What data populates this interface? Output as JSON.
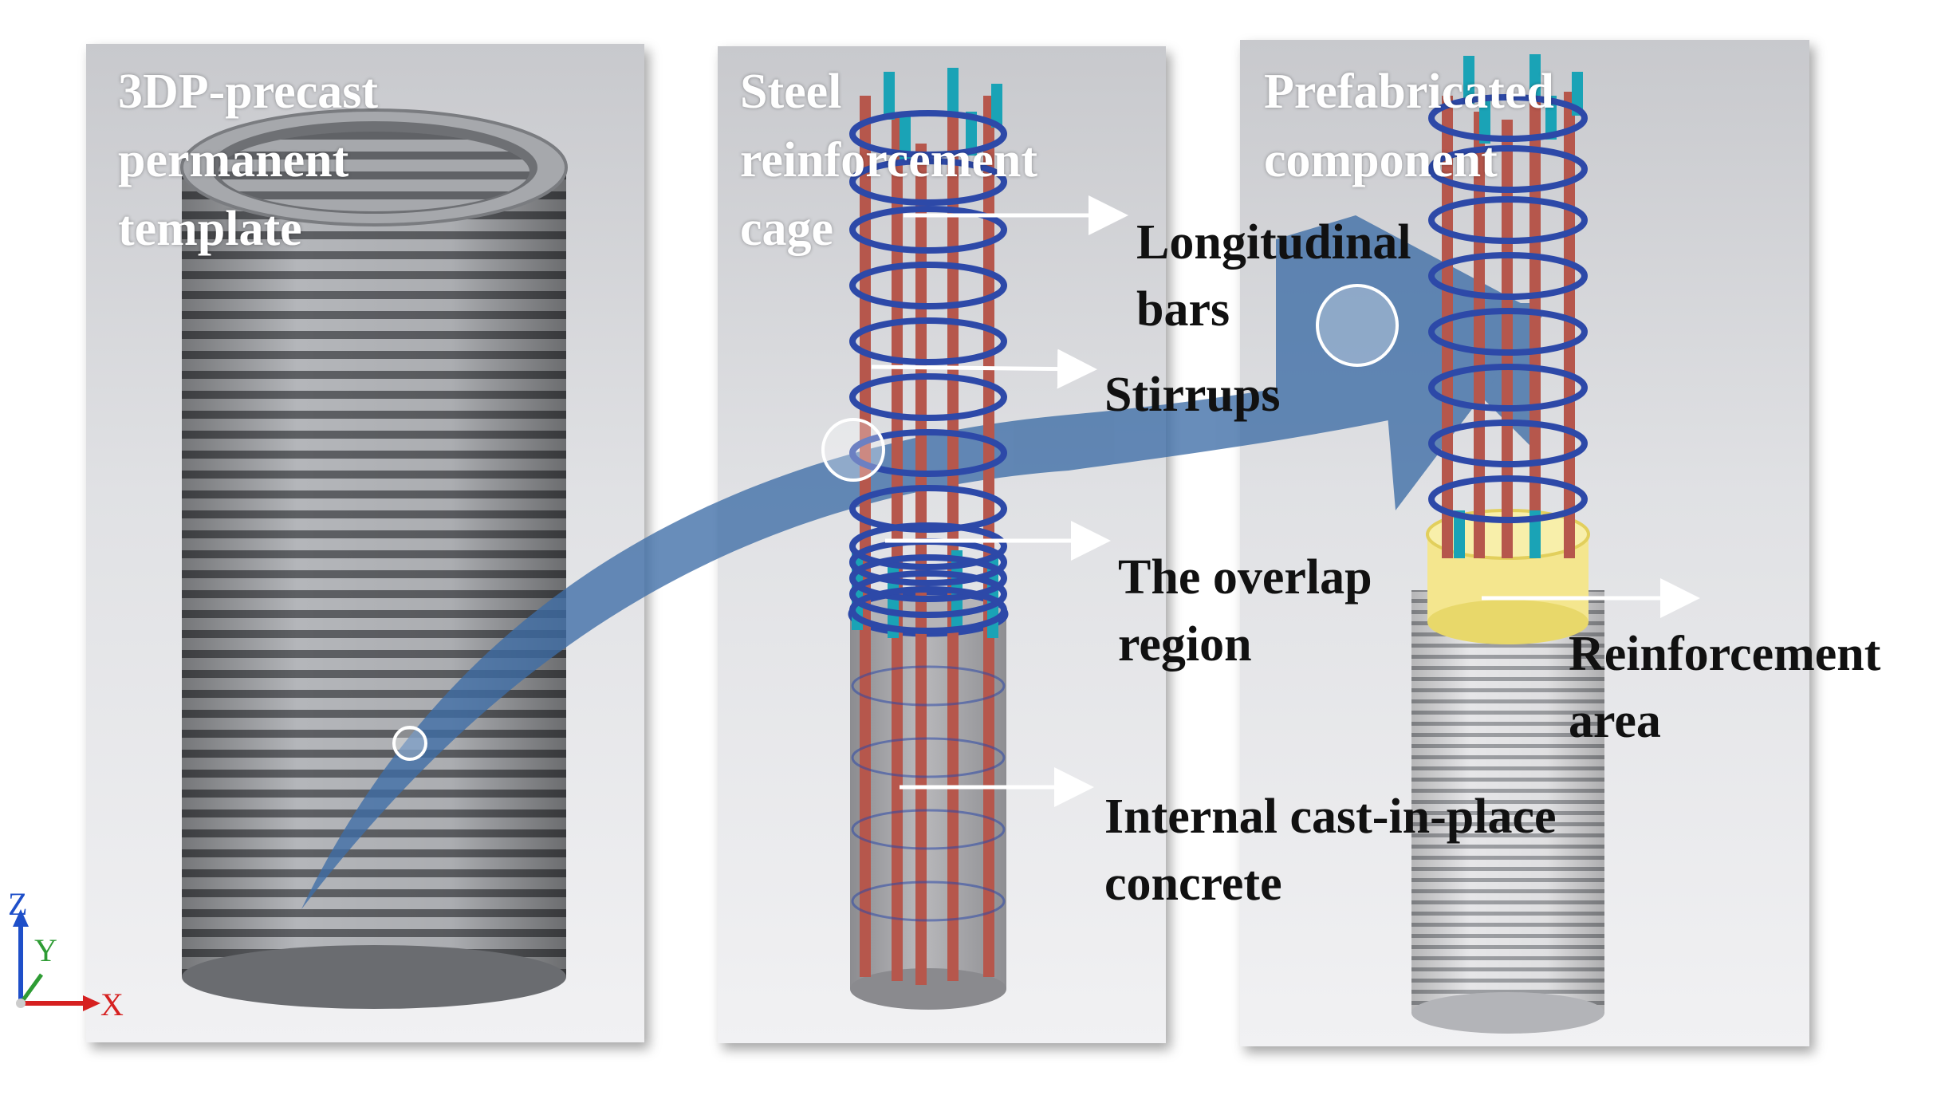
{
  "panels": [
    {
      "title": "3DP-precast\npermanent\ntemplate"
    },
    {
      "title": "Steel\nreinforcement\ncage"
    },
    {
      "title": "Prefabricated\ncomponent"
    }
  ],
  "labels": {
    "longitudinal_bars": "Longitudinal\nbars",
    "stirrups": "Stirrups",
    "overlap_region": "The overlap\nregion",
    "cast_in_place": "Internal cast-in-place\nconcrete",
    "reinforcement_area": "Reinforcement\narea"
  },
  "axes": {
    "z": "Z",
    "y": "Y",
    "x": "X"
  },
  "colors": {
    "template_stripe_dark": "#5d5f63",
    "template_stripe_light": "#b4b6ba",
    "longitudinal_bar": "#b6574c",
    "bar_tip": "#1aa3b6",
    "stirrup": "#2d49a8",
    "overlap_band": "#f4e68e",
    "arrow": "#3d6da6",
    "concrete": "#a9a9ab"
  }
}
